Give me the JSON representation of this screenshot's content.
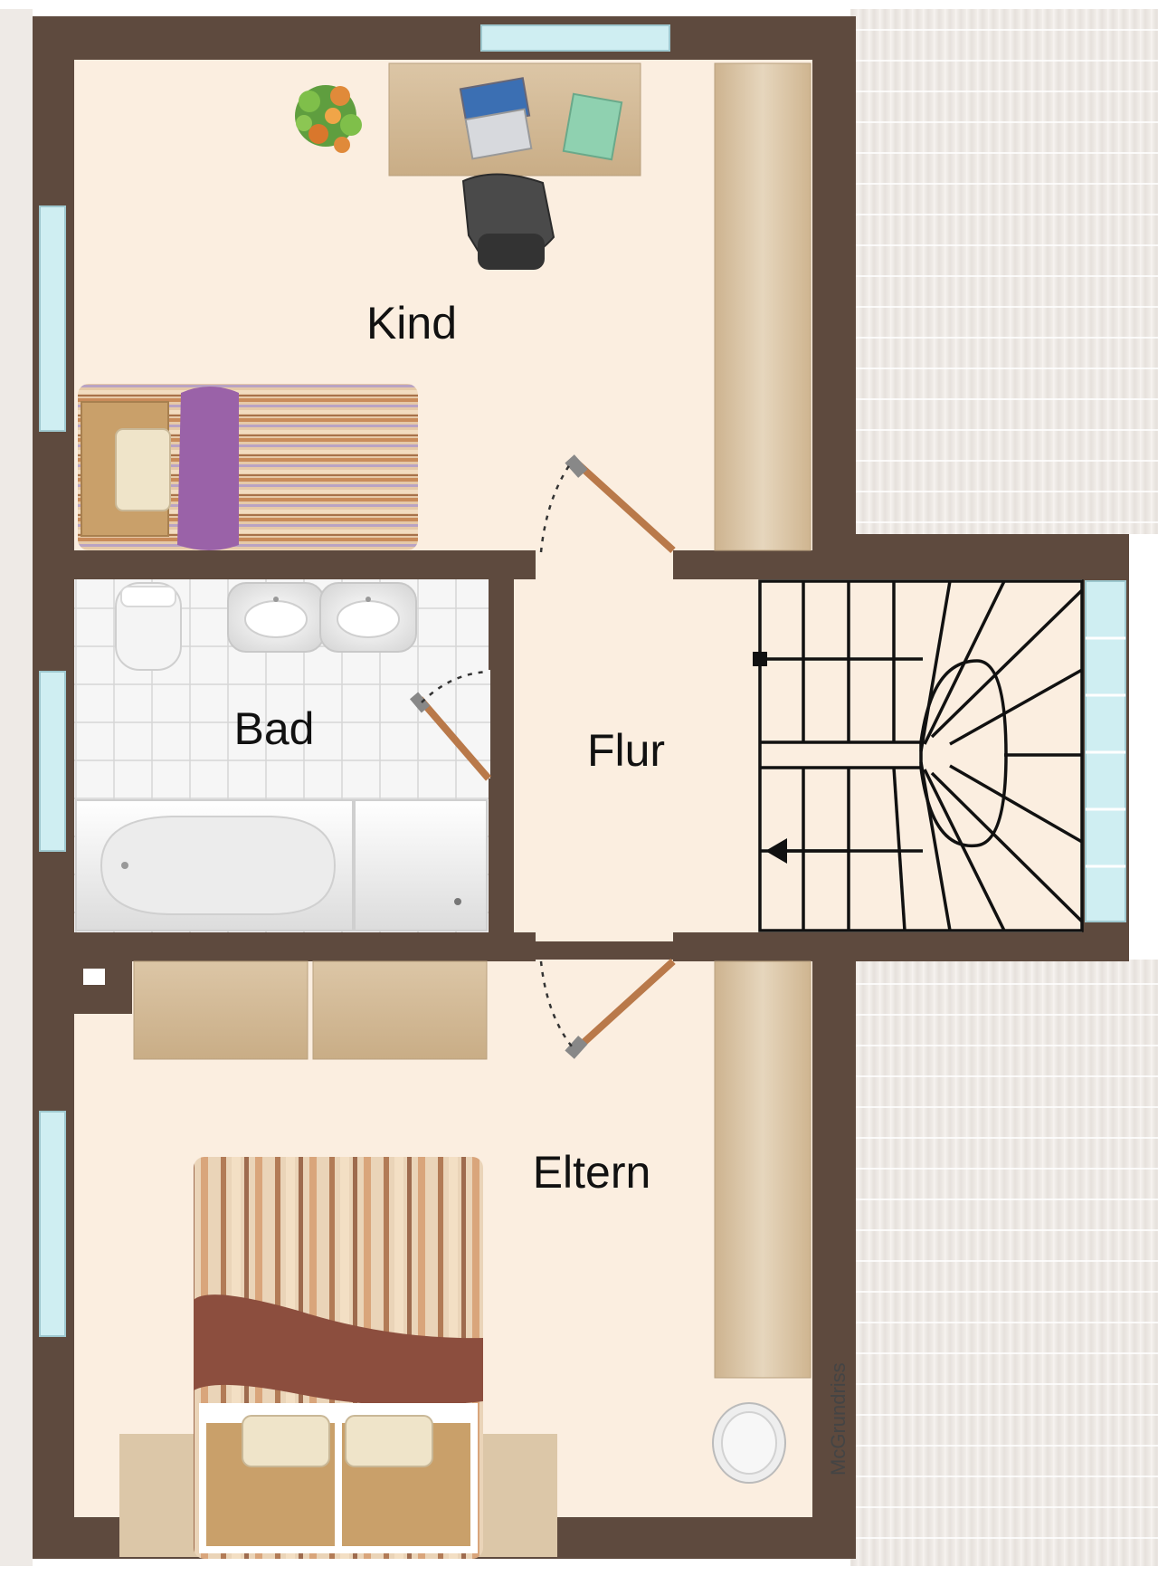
{
  "plan": {
    "rooms": {
      "kind": "Kind",
      "bad": "Bad",
      "flur": "Flur",
      "eltern": "Eltern"
    },
    "credit": "McGrundriss"
  },
  "colors": {
    "wall": "#5e4a3e",
    "floor": "#fbeee0",
    "wood": "#d8c2a2",
    "tile": "#f2f2f2",
    "window": "#cfeef2",
    "door": "#b9794a",
    "roof": "#e9e5e1"
  }
}
